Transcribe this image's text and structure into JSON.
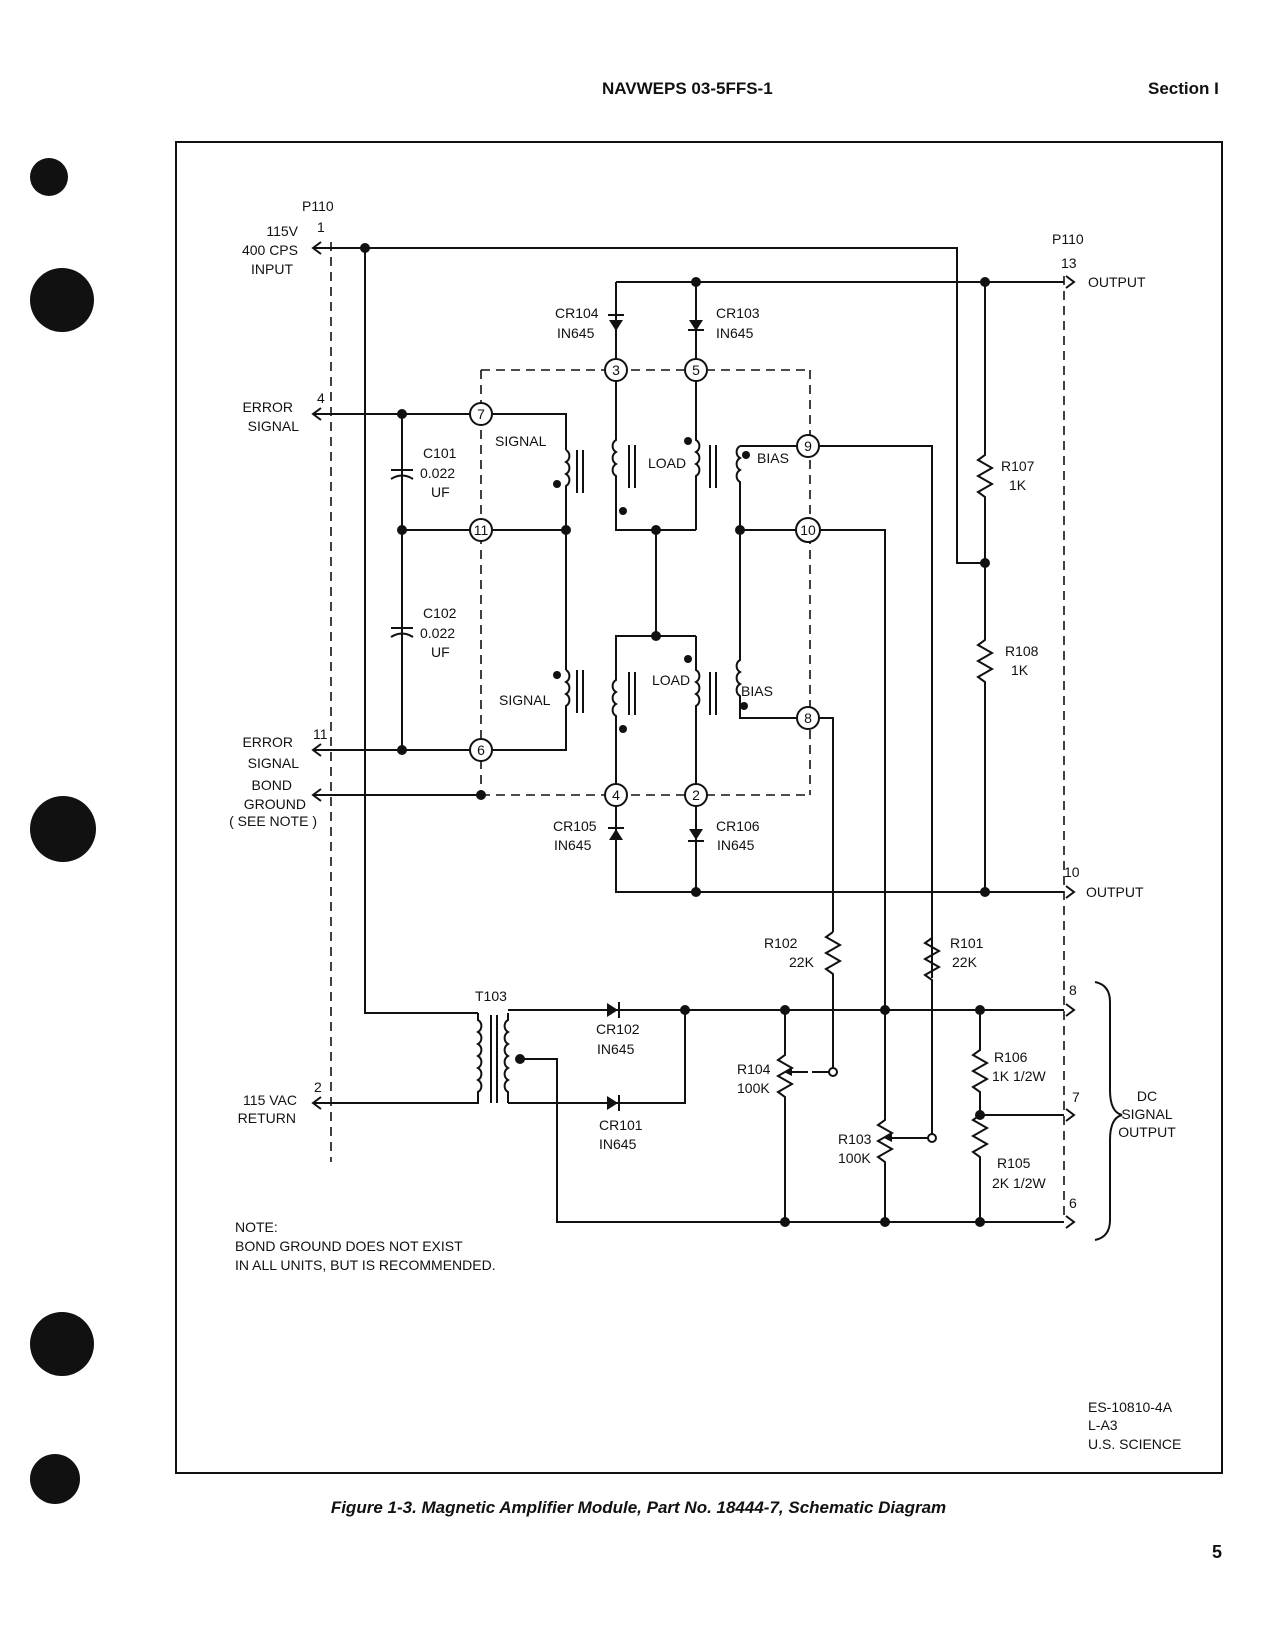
{
  "header": {
    "doc_number": "NAVWEPS 03-5FFS-1",
    "section": "Section I"
  },
  "figure_caption": "Figure 1-3. Magnetic Amplifier Module, Part No. 18444-7, Schematic Diagram",
  "page_number": "5",
  "connectors": {
    "p110_left": "P110",
    "p110_right": "P110",
    "pin1": "1",
    "pin4": "4",
    "pin11": "11",
    "pin2": "2",
    "pin13": "13",
    "pin10": "10",
    "pin8": "8",
    "pin7": "7",
    "pin6": "6"
  },
  "terminals": {
    "input_1": "115V",
    "input_2": "400 CPS",
    "input_3": "INPUT",
    "error_top_1": "ERROR",
    "error_top_2": "SIGNAL",
    "error_bot_1": "ERROR",
    "error_bot_2": "SIGNAL",
    "bond_1": "BOND",
    "bond_2": "GROUND",
    "bond_3": "( SEE NOTE )",
    "return_1": "115 VAC",
    "return_2": "RETURN",
    "output_top": "OUTPUT",
    "output_bot": "OUTPUT",
    "dc_1": "DC",
    "dc_2": "SIGNAL",
    "dc_3": "OUTPUT"
  },
  "nodes": [
    "7",
    "11",
    "6",
    "3",
    "5",
    "4",
    "2",
    "9",
    "10",
    "8"
  ],
  "components": {
    "cr104": "CR104",
    "cr104_val": "IN645",
    "cr103": "CR103",
    "cr103_val": "IN645",
    "cr105": "CR105",
    "cr105_val": "IN645",
    "cr106": "CR106",
    "cr106_val": "IN645",
    "c101": "C101",
    "c101_val": "0.022",
    "c101_unit": "UF",
    "c102": "C102",
    "c102_val": "0.022",
    "c102_unit": "UF",
    "r107": "R107",
    "r107_val": "1K",
    "r108": "R108",
    "r108_val": "1K",
    "r102": "R102",
    "r102_val": "22K",
    "r101": "R101",
    "r101_val": "22K",
    "t103": "T103",
    "cr102": "CR102",
    "cr102_val": "IN645",
    "cr101": "CR101",
    "cr101_val": "IN645",
    "r104": "R104",
    "r104_val": "100K",
    "r103": "R103",
    "r103_val": "100K",
    "r106": "R106",
    "r106_val": "1K 1/2W",
    "r105": "R105",
    "r105_val": "2K 1/2W",
    "signal_top": "SIGNAL",
    "signal_bot": "SIGNAL",
    "load_top": "LOAD",
    "load_bot": "LOAD",
    "bias_top": "BIAS",
    "bias_bot": "BIAS"
  },
  "note": {
    "title": "NOTE:",
    "line1": "BOND GROUND DOES NOT EXIST",
    "line2": "IN ALL UNITS, BUT IS RECOMMENDED."
  },
  "drawing_ref": {
    "line1": "ES-10810-4A",
    "line2": "L-A3",
    "line3": "U.S. SCIENCE"
  }
}
